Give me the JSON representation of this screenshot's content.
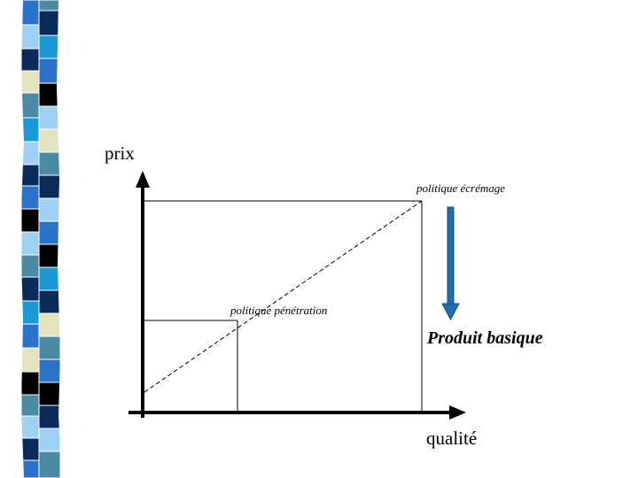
{
  "diagram": {
    "y_axis_label": "prix",
    "x_axis_label": "qualité",
    "skimming_label": "politique écrémage",
    "penetration_label": "politique pénétration",
    "basic_product_label": "Produit basique"
  },
  "colors": {
    "axis": "#000000",
    "arrow_fill": "#1f6fb0",
    "arrow_stroke": "#1a4f7a",
    "band_palette": [
      "#0a2a5c",
      "#2a73c9",
      "#4b8aa3",
      "#e5e3bf",
      "#9fd0f5",
      "#1b98d6",
      "#000000",
      "#ffffff"
    ]
  }
}
